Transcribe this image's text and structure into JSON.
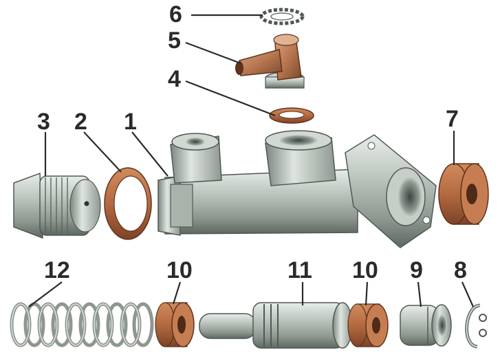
{
  "diagram": {
    "callouts": {
      "c1": "1",
      "c2": "2",
      "c3": "3",
      "c4": "4",
      "c5": "5",
      "c6": "6",
      "c7": "7",
      "c8": "8",
      "c9": "9",
      "c10a": "10",
      "c10b": "10",
      "c11": "11",
      "c12": "12"
    },
    "colors": {
      "metal": "#b9c2bb",
      "metal_dark": "#6f7a72",
      "rubber": "#b86a3f",
      "rubber_dark": "#6b3a22",
      "ink": "#2a2a2a"
    }
  }
}
